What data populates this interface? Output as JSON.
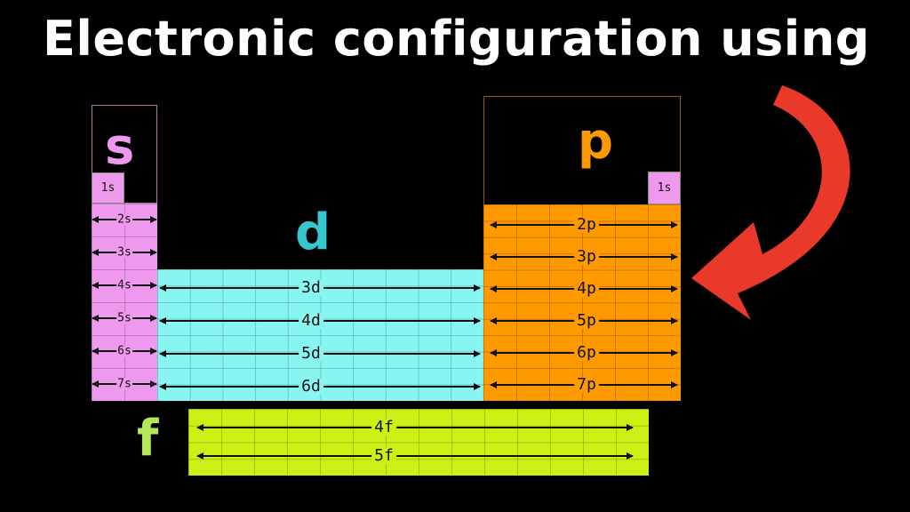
{
  "title": "Electronic configuration using",
  "blocks": {
    "s": {
      "label": "s",
      "color": "#ee99ee",
      "first_subshell": "1s",
      "rows": [
        "2s",
        "3s",
        "4s",
        "5s",
        "6s",
        "7s"
      ]
    },
    "p": {
      "label": "p",
      "color": "#ff9900",
      "first_subshell": "1s",
      "rows": [
        "2p",
        "3p",
        "4p",
        "5p",
        "6p",
        "7p"
      ]
    },
    "d": {
      "label": "d",
      "color": "#88f5f0",
      "rows": [
        "3d",
        "4d",
        "5d",
        "6d"
      ]
    },
    "f": {
      "label": "f",
      "color": "#ccf016",
      "rows": [
        "4f",
        "5f"
      ]
    }
  },
  "arrow": {
    "color": "#e8392b",
    "direction": "pointing-left-at-p-block"
  }
}
